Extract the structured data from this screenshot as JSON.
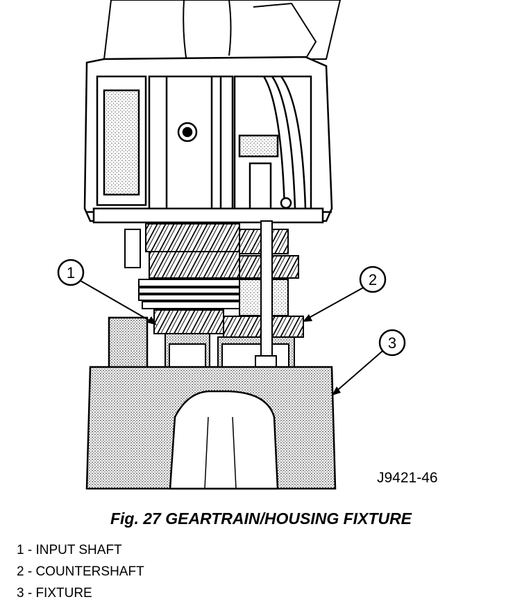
{
  "figure": {
    "code": "J9421-46",
    "caption": "Fig. 27 GEARTRAIN/HOUSING FIXTURE",
    "callouts": [
      "1",
      "2",
      "3"
    ],
    "legend": [
      "1 - INPUT SHAFT",
      "2 - COUNTERSHAFT",
      "3 - FIXTURE"
    ]
  }
}
